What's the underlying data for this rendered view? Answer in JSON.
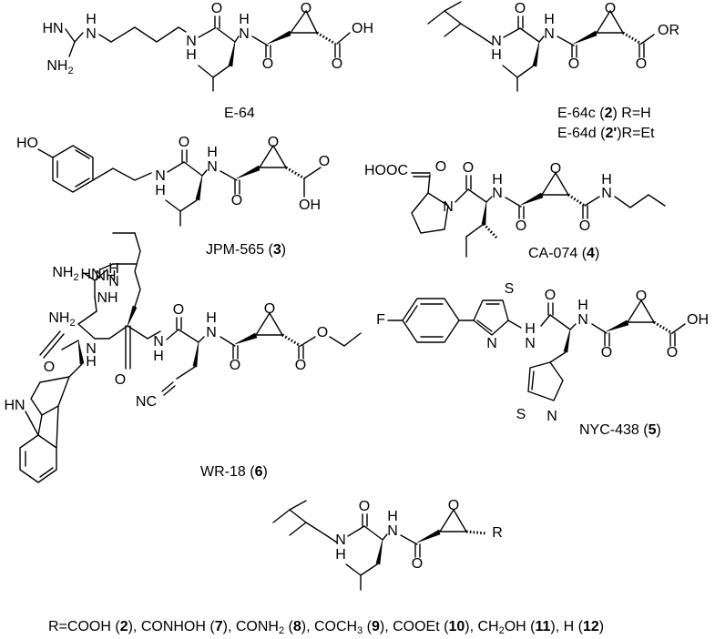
{
  "compounds": {
    "e64": {
      "name": "E-64"
    },
    "e64c": {
      "name": "E-64c",
      "open": " (",
      "num": "2",
      "close": ") R=H"
    },
    "e64d": {
      "name": "E-64d",
      "open": " (",
      "num": "2'",
      "close": ")R=Et"
    },
    "jpm565": {
      "name": "JPM-565",
      "open": " (",
      "num": "3",
      "close": ")"
    },
    "ca074": {
      "name": "CA-074",
      "open": " (",
      "num": "4",
      "close": ")"
    },
    "nyc438": {
      "name": "NYC-438",
      "open": " (",
      "num": "5",
      "close": ")"
    },
    "wr18": {
      "name": "WR-18",
      "open": " (",
      "num": "6",
      "close": ")"
    }
  },
  "atoms": {
    "HN": "HN",
    "NH": "NH",
    "N": "N",
    "NH2": "NH",
    "sub2": "2",
    "H": "H",
    "O": "O",
    "OH": "OH",
    "OR": "OR",
    "HO": "HO",
    "HOOC": "HOOC",
    "F": "F",
    "S": "S",
    "R": "R",
    "NC": "NC"
  },
  "substituents": {
    "prefix": "R=",
    "items": [
      {
        "text": "COOH",
        "num": "2"
      },
      {
        "text": "CONHOH",
        "num": "7"
      },
      {
        "text": "CONH",
        "sub": "2",
        "num": "8"
      },
      {
        "text": "COCH",
        "sub": "3",
        "num": "9"
      },
      {
        "text": "COOEt",
        "num": "10"
      },
      {
        "text": "CH",
        "sub": "2",
        "tail": "OH",
        "num": "11"
      },
      {
        "text": "H",
        "num": "12"
      }
    ]
  }
}
